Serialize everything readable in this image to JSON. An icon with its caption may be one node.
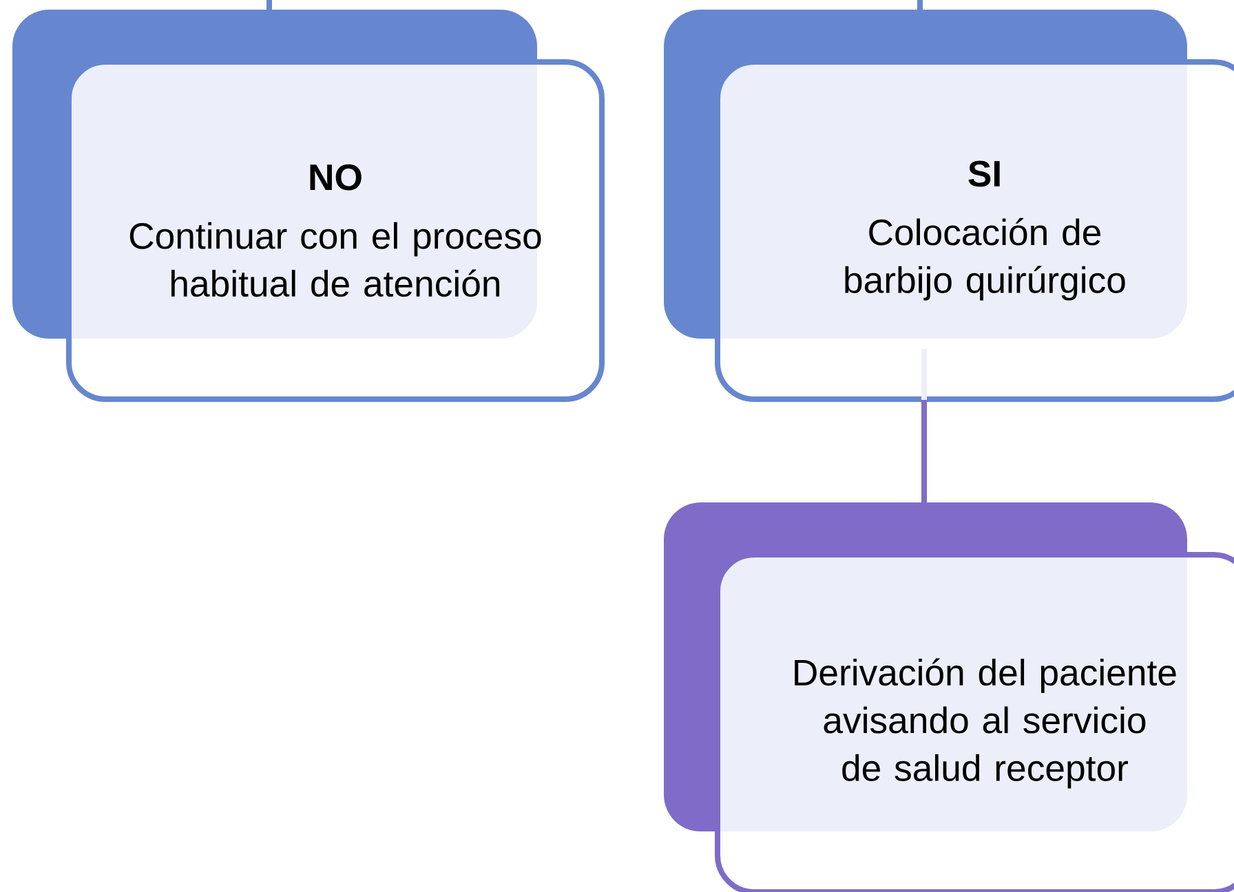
{
  "diagram": {
    "nodes": [
      {
        "text": [
          "NO",
          "Continuar con el proceso habitual de atención"
        ]
      },
      {
        "text": [
          "SI",
          "Colocación de barbijo quirúrgico"
        ]
      },
      {
        "text": [
          "Derivación del paciente avisando  al servicio de salud receptor"
        ]
      }
    ],
    "edges": [
      {
        "from": null,
        "to": 0,
        "arrow": "none"
      },
      {
        "from": null,
        "to": 1,
        "arrow": "none"
      },
      {
        "from": 1,
        "to": 2,
        "arrow": "none",
        "color": "#7f6cc8"
      }
    ]
  }
}
